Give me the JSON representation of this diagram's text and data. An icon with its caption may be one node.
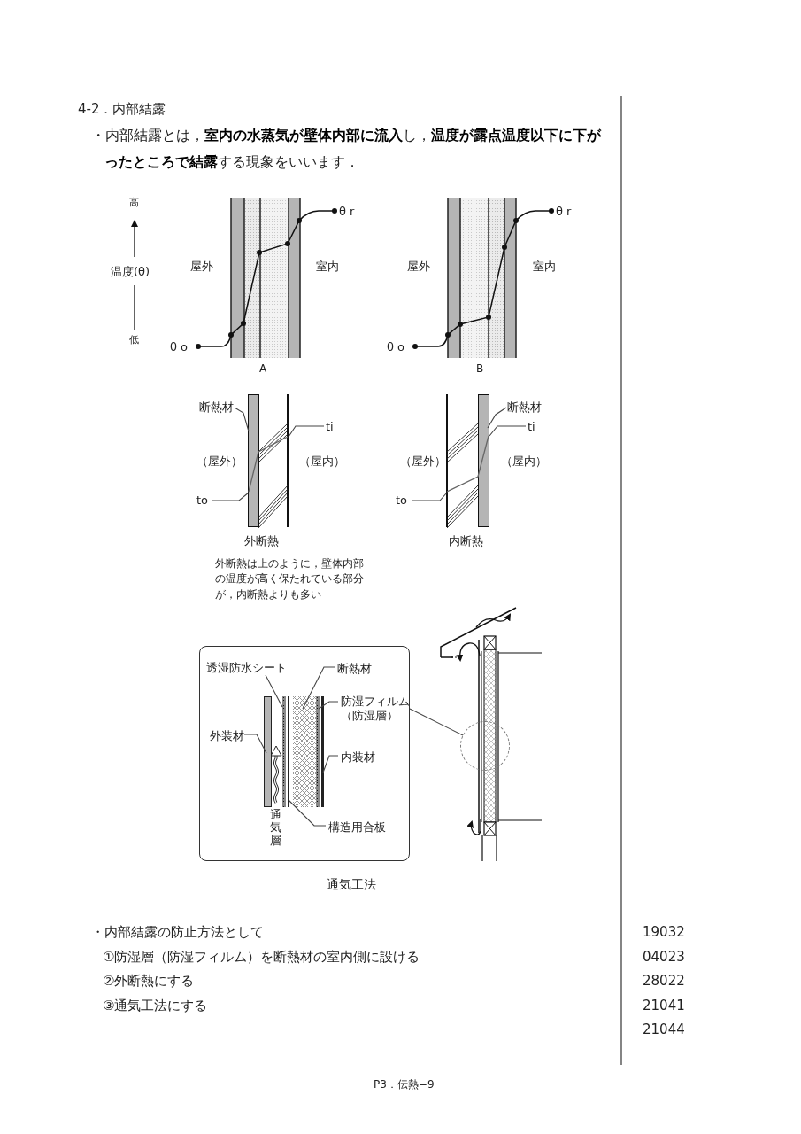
{
  "diagram": {
    "title": "4-2．内部結露",
    "nodes": [
      {
        "text": [
          "断熱材"
        ]
      },
      {
        "text": [
          "ti"
        ]
      },
      {
        "text": [
          "to"
        ]
      },
      {
        "text": [
          "断熱材"
        ]
      },
      {
        "text": [
          "ti"
        ]
      },
      {
        "text": [
          "to"
        ]
      },
      {
        "text": [],
        "shape": "box"
      },
      {
        "text": [
          "透湿防水シート"
        ],
        "in": 6
      },
      {
        "text": [
          "断熱材"
        ],
        "in": 6
      },
      {
        "text": [
          "防湿フィルム（防湿層）"
        ],
        "in": 6
      },
      {
        "text": [
          "外装材"
        ],
        "in": 6
      },
      {
        "text": [
          "内装材"
        ],
        "in": 6
      },
      {
        "text": [
          "構造用合板"
        ],
        "in": 6
      },
      {
        "text": [],
        "shape": "circle"
      },
      {
        "text": [],
        "shape": "bar"
      },
      {
        "text": [],
        "shape": "line"
      },
      {
        "text": [],
        "shape": "bar"
      },
      {
        "text": [],
        "shape": "line"
      },
      {
        "text": [],
        "shape": "bar",
        "in": 6
      },
      {
        "text": [],
        "shape": "bar",
        "in": 6
      },
      {
        "text": [],
        "shape": "bar",
        "in": 6
      },
      {
        "text": [],
        "shape": "bar",
        "in": 6
      },
      {
        "text": [],
        "shape": "bar",
        "in": 6
      },
      {
        "text": [],
        "shape": "bar",
        "in": 6
      }
    ],
    "edges": [
      {
        "from": 0,
        "to": 14,
        "arrow": "none"
      },
      {
        "from": 1,
        "to": 15,
        "arrow": "none"
      },
      {
        "from": 2,
        "to": 15,
        "arrow": "none"
      },
      {
        "from": 3,
        "to": 16,
        "arrow": "none"
      },
      {
        "from": 4,
        "to": 17,
        "arrow": "none"
      },
      {
        "from": 5,
        "to": 17,
        "arrow": "none"
      },
      {
        "from": 7,
        "to": 19,
        "arrow": "none"
      },
      {
        "from": 8,
        "to": 21,
        "arrow": "none"
      },
      {
        "from": 9,
        "to": 22,
        "arrow": "none"
      },
      {
        "from": 10,
        "to": 18,
        "arrow": "none"
      },
      {
        "from": 11,
        "to": 23,
        "arrow": "none"
      },
      {
        "from": 12,
        "to": 20,
        "arrow": "none"
      },
      {
        "from": 6,
        "to": 13,
        "arrow": "none"
      }
    ],
    "labels": [
      "・内部結露とは，**室内の水蒸気が壁体内部に流入**し，**温度が露点温度以下に下がったところで結露**する現象をいいます．",
      "高",
      "温度(θ)",
      "低",
      "θ o",
      "θ r",
      "屋外",
      "室内",
      "A",
      "θ o",
      "θ r",
      "屋外",
      "室内",
      "B",
      "（屋外）",
      "（屋内）",
      "外断熱",
      "（屋外）",
      "（屋内）",
      "内断熱",
      "外断熱は上のように，壁体内部の温度が高く保たれている部分が，内断熱よりも多い",
      "通気層",
      "通気工法",
      "・内部結露の防止方法として",
      "①防湿層（防湿フィルム）を断熱材の室内側に設ける",
      "②外断熱にする",
      "③通気工法にする",
      "19032",
      "04023",
      "28022",
      "21041",
      "21044",
      "P3．伝熱−9"
    ]
  }
}
